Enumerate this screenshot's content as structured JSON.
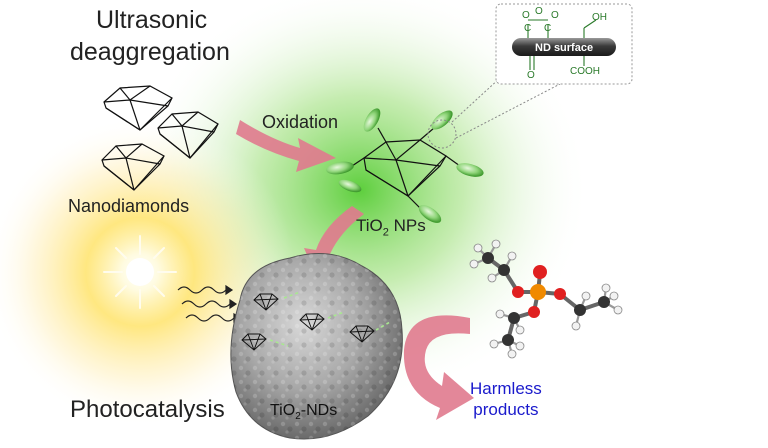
{
  "labels": {
    "title_line1": "Ultrasonic",
    "title_line2": "deaggregation",
    "nanodiamonds": "Nanodiamonds",
    "oxidation": "Oxidation",
    "tio2_nps_prefix": "TiO",
    "tio2_nps_sub": "2",
    "tio2_nps_suffix": " NPs",
    "photocatalysis": "Photocatalysis",
    "tio2_nds_prefix": "TiO",
    "tio2_nds_sub": "2",
    "tio2_nds_suffix": "-NDs",
    "harmless_line1": "Harmless",
    "harmless_line2": "products"
  },
  "inset": {
    "surface_label": "ND surface",
    "oh": "OH",
    "cooh": "COOH",
    "o_top_left": "O",
    "o_top_mid": "O",
    "o_top_right": "O",
    "o_bottom": "O",
    "c_left": "C",
    "c_right": "C"
  },
  "colors": {
    "arrow": "#e07a8e",
    "green_glow": "#6ed34a",
    "harmless_text": "#1a1acc",
    "chem_green": "#2a7a2a",
    "lobe_green": "#7fcf6a"
  }
}
